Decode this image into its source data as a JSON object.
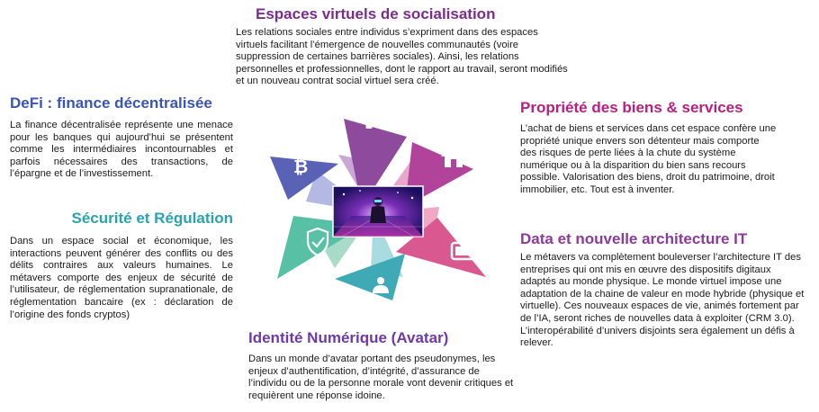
{
  "sections": {
    "espaces": {
      "title": "Espaces virtuels de socialisation",
      "text": "Les relations sociales entre individus s’expriment dans des espaces virtuels facilitant l’émergence de nouvelles communautés (voire suppression de certaines barrières sociales). Ainsi, les relations personnelles et professionnelles, dont le rapport au travail, seront modifiés et un nouveau contrat social virtuel sera créé."
    },
    "defi": {
      "title": "DeFi : finance décentralisée",
      "text": "La finance décentralisée représente une menace pour les banques qui aujourd’hui se présentent comme les intermédiaires incontournables et parfois nécessaires des transactions, de l’épargne et de l’investissement."
    },
    "securite": {
      "title": "Sécurité et Régulation",
      "text": "Dans un espace social et économique, les interactions peuvent générer des conflits ou des délits contraires aux valeurs humaines. Le métavers comporte des enjeux de sécurité de l’utilisateur, de réglementation supranationale, de réglementation bancaire (ex : déclaration de l’origine des fonds cryptos)"
    },
    "identite": {
      "title": "Identité Numérique (Avatar)",
      "text": "Dans un monde d’avatar portant des pseudonymes, les enjeux d’authentification, d’intégrité, d’assurance de l’individu ou de la personne morale vont devenir critiques et requièrent une réponse idoine."
    },
    "propriete": {
      "title": "Propriété des biens & services",
      "text": "L’achat de biens et services dans cet espace confère une propriété unique envers son détenteur mais comporte des risques de perte liées à la chute du système numérique ou à la disparition du bien sans recours possible. Valorisation des biens, droit du patrimoine, droit immobilier, etc. Tout est à inventer."
    },
    "data": {
      "title": "Data et nouvelle architecture IT",
      "text": "Le métavers va complètement bouleverser l’architecture IT des entreprises qui ont mis en œuvre des dispositifs digitaux adaptés au monde physique. Le monde virtuel impose une adaptation de la chaine de valeur en mode hybride (physique et virtuelle). Ces nouveaux espaces de vie, animés fortement par de l’IA, seront riches de nouvelles data à exploiter (CRM 3.0). L’interopérabilité d’univers disjoints sera également un défis à relever."
    }
  },
  "diagram": {
    "icons": [
      "people-icon",
      "home-wifi-icon",
      "tv-icon",
      "user-icon",
      "shield-check-icon",
      "bitcoin-icon"
    ],
    "colors": [
      "#8e4a9c",
      "#b1449a",
      "#d9588f",
      "#3fa9b5",
      "#58c0a5",
      "#5962b5"
    ]
  }
}
